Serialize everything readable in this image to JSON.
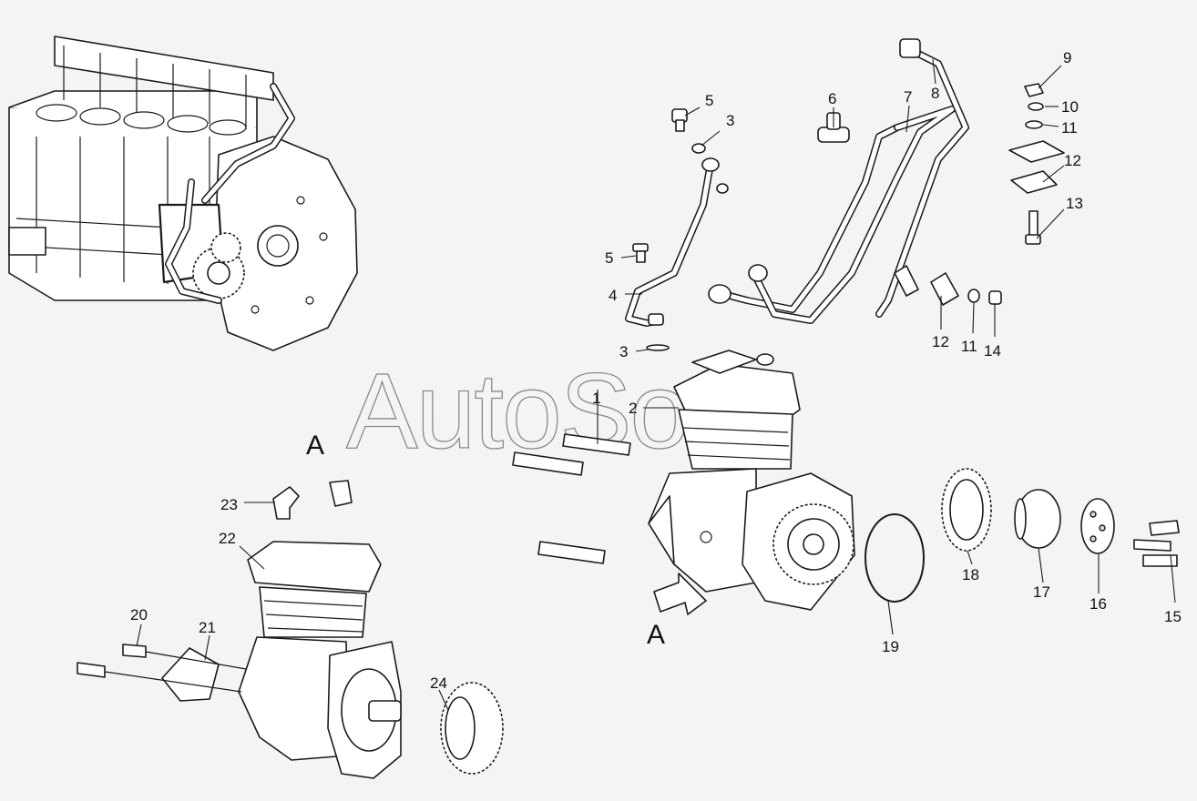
{
  "watermark": "AutoSoft",
  "view_labels": {
    "view_a_title": "A",
    "view_a_arrow": "A"
  },
  "callouts": {
    "c1": "1",
    "c2": "2",
    "c3a": "3",
    "c3b": "3",
    "c4": "4",
    "c5a": "5",
    "c5b": "5",
    "c6": "6",
    "c7": "7",
    "c8": "8",
    "c9": "9",
    "c10": "10",
    "c11a": "11",
    "c11b": "11",
    "c12a": "12",
    "c12b": "12",
    "c13": "13",
    "c14": "14",
    "c15": "15",
    "c16": "16",
    "c17": "17",
    "c18": "18",
    "c19": "19",
    "c20": "20",
    "c21": "21",
    "c22": "22",
    "c23": "23",
    "c24": "24"
  },
  "colors": {
    "line": "#1a1a1a",
    "background": "#f4f4f4",
    "watermark": "#8a8a8a"
  }
}
